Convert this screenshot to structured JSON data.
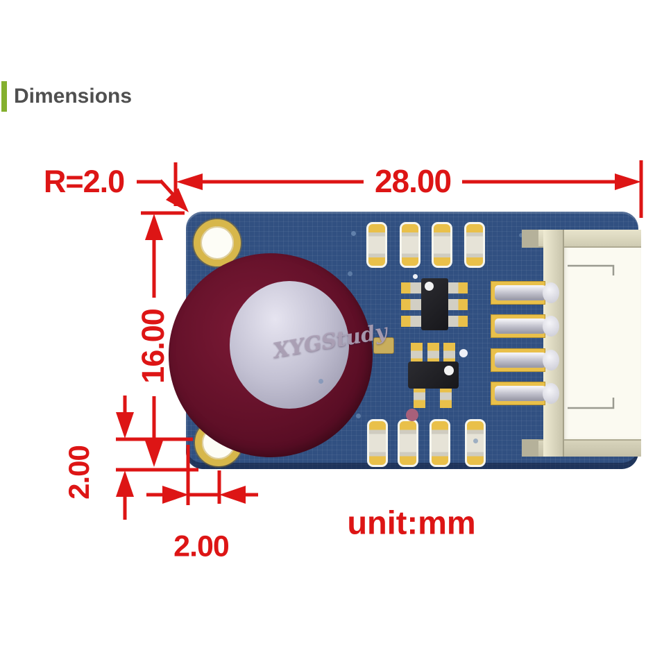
{
  "header": {
    "title": "Dimensions"
  },
  "diagram": {
    "dimensions": {
      "board_width": "28.00",
      "board_height": "16.00",
      "corner_radius": "R=2.0",
      "hole_offset_vertical": "2.00",
      "hole_offset_horizontal": "2.00"
    },
    "unit_label": "unit:mm",
    "watermark": "XYGStudy"
  },
  "colors": {
    "annotation": "#dd1515",
    "header_accent": "#84b02e",
    "header_text": "#4f4f4f",
    "pcb_blue": "#315081",
    "sensor_maroon": "#5e1028",
    "pad_gold": "#e9c04a",
    "connector_cream": "#ded9c1"
  }
}
